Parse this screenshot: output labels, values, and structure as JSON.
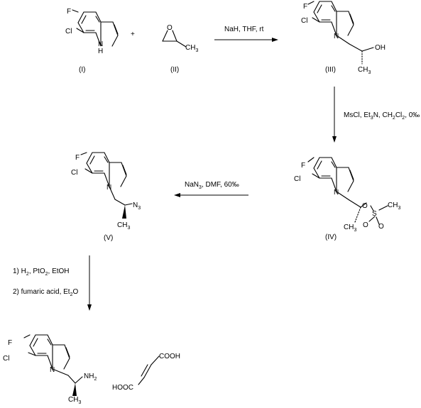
{
  "compounds": {
    "c1": {
      "label": "(I)",
      "F": "F",
      "Cl": "Cl",
      "N": "N",
      "H": "H"
    },
    "c2": {
      "label": "(II)",
      "O": "O",
      "CH3": "CH",
      "CH3_sub": "3"
    },
    "c3": {
      "label": "(III)",
      "F": "F",
      "Cl": "Cl",
      "N": "N",
      "OH": "OH",
      "CH3": "CH",
      "CH3_sub": "3"
    },
    "c4": {
      "label": "(IV)",
      "F": "F",
      "Cl": "Cl",
      "N": "N",
      "O": "O",
      "S": "S",
      "O2": "O",
      "O3": "O",
      "CH3_ms": "CH",
      "CH3_ms_sub": "3",
      "CH3": "CH",
      "CH3_sub": "3"
    },
    "c5": {
      "label": "(V)",
      "F": "F",
      "Cl": "Cl",
      "N": "N",
      "N3": "N",
      "N3_sub": "3",
      "CH3": "CH",
      "CH3_sub": "3"
    },
    "c6": {
      "F": "F",
      "Cl": "Cl",
      "N": "N",
      "NH2": "NH",
      "NH2_sub": "2",
      "CH3": "CH",
      "CH3_sub": "3"
    },
    "acid": {
      "cooh": "COOH",
      "hooc": "HOOC"
    }
  },
  "plus": "+",
  "reagents": {
    "r1": {
      "text": "NaH, THF, rt"
    },
    "r2": {
      "a": "MsCl, Et",
      "a_sub": "3",
      "b": "N, CH",
      "b_sub": "2",
      "c": "Cl",
      "c_sub": "2",
      "d": ", 0‰"
    },
    "r3": {
      "a": "NaN",
      "a_sub": "3",
      "b": ", DMF, 60‰"
    },
    "r4": {
      "line1": {
        "a": "1) H",
        "a_sub": "2",
        "b": ", PtO",
        "b_sub": "2",
        "c": ", EtOH"
      },
      "line2": {
        "a": "2) fumaric acid, Et",
        "a_sub": "2",
        "b": "O"
      }
    }
  }
}
